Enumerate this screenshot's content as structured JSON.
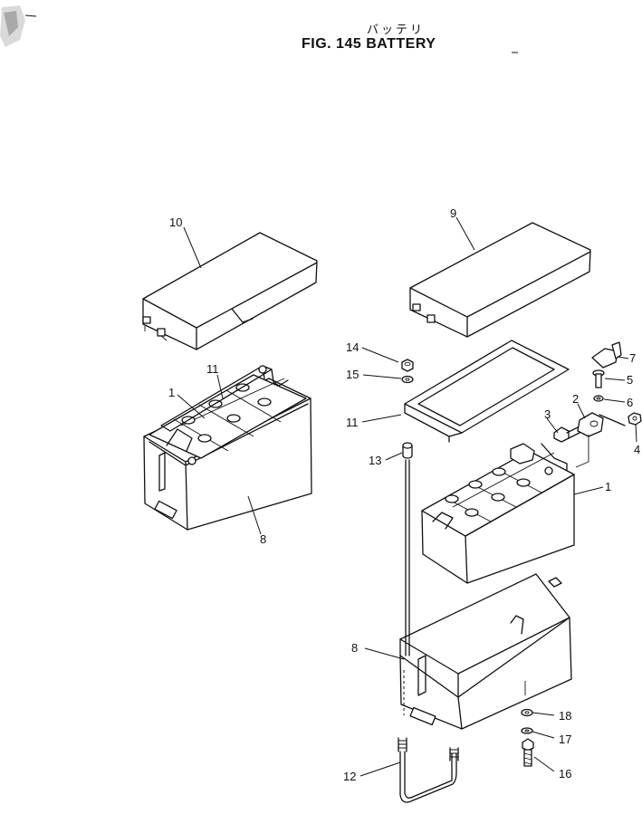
{
  "header": {
    "title_jp": "バッテリ",
    "title": "FIG. 145  BATTERY"
  },
  "parts": [
    {
      "id": "p10",
      "number": "10",
      "icon": "battery-cover-icon"
    },
    {
      "id": "p9",
      "number": "9",
      "icon": "battery-cover-icon"
    },
    {
      "id": "p11a",
      "number": "11",
      "icon": "battery-holder-icon"
    },
    {
      "id": "p1a",
      "number": "1",
      "icon": "battery-icon"
    },
    {
      "id": "p8a",
      "number": "8",
      "icon": "battery-box-icon"
    },
    {
      "id": "p14",
      "number": "14",
      "icon": "nut-icon"
    },
    {
      "id": "p15",
      "number": "15",
      "icon": "washer-icon"
    },
    {
      "id": "p11b",
      "number": "11",
      "icon": "battery-holder-icon"
    },
    {
      "id": "p13",
      "number": "13",
      "icon": "spacer-icon"
    },
    {
      "id": "p7",
      "number": "7",
      "icon": "terminal-cap-icon"
    },
    {
      "id": "p5",
      "number": "5",
      "icon": "bolt-icon"
    },
    {
      "id": "p6",
      "number": "6",
      "icon": "washer-icon"
    },
    {
      "id": "p2",
      "number": "2",
      "icon": "terminal-clamp-icon"
    },
    {
      "id": "p3",
      "number": "3",
      "icon": "bolt-icon"
    },
    {
      "id": "p4",
      "number": "4",
      "icon": "nut-icon"
    },
    {
      "id": "p1b",
      "number": "1",
      "icon": "battery-icon"
    },
    {
      "id": "p8b",
      "number": "8",
      "icon": "battery-box-icon"
    },
    {
      "id": "p18",
      "number": "18",
      "icon": "washer-icon"
    },
    {
      "id": "p17",
      "number": "17",
      "icon": "washer-icon"
    },
    {
      "id": "p16",
      "number": "16",
      "icon": "bolt-icon"
    },
    {
      "id": "p12",
      "number": "12",
      "icon": "u-bolt-icon"
    }
  ]
}
